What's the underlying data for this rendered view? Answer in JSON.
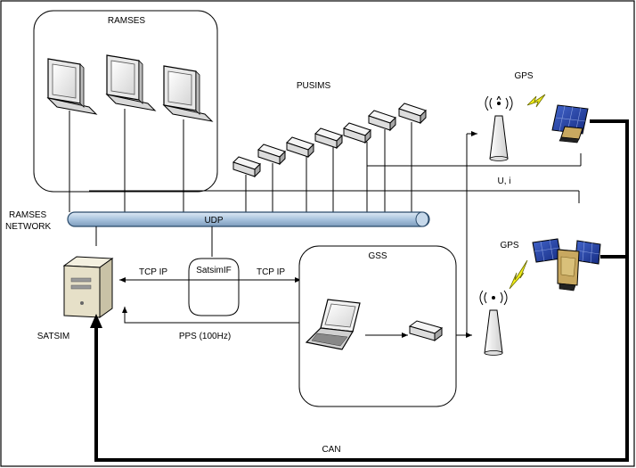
{
  "labels": {
    "ramses": "RAMSES",
    "pusims": "PUSIMS",
    "gps_top": "GPS",
    "gps_bottom": "GPS",
    "ramses_network_line1": "RAMSES",
    "ramses_network_line2": "NETWORK",
    "udp": "UDP",
    "u_i": "U, i",
    "tcp_ip_left": "TCP IP",
    "tcp_ip_right": "TCP IP",
    "satsimif": "SatsimIF",
    "gss": "GSS",
    "satsim": "SATSIM",
    "pps": "PPS (100Hz)",
    "can": "CAN"
  },
  "colors": {
    "bus_fill": "#a9c4de",
    "bus_stroke": "#2a4a6a",
    "lightning": "#f2ef1a",
    "solar_panel": "#1e3a9a",
    "satellite_body": "#c8a860"
  }
}
